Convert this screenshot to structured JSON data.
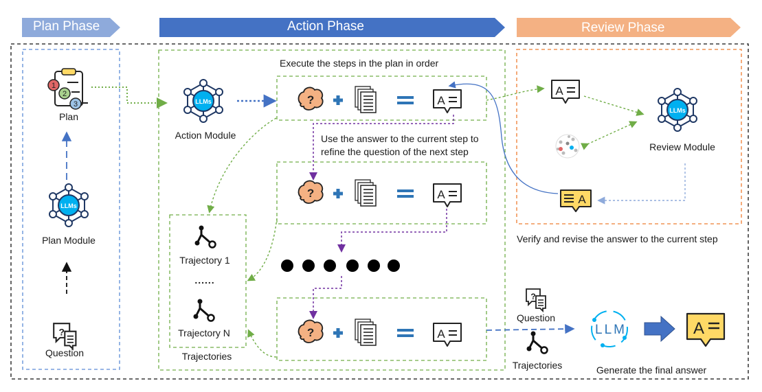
{
  "phases": {
    "plan": "Plan Phase",
    "action": "Action Phase",
    "review": "Review Phase"
  },
  "plan_panel": {
    "plan_label": "Plan",
    "plan_module": "Plan Module",
    "question": "Question"
  },
  "action_panel": {
    "header": "Execute the steps in the plan in order",
    "action_module": "Action Module",
    "llm_badge": "LLMs",
    "refine_line1": "Use the answer to the current step to",
    "refine_line2": "refine the question of the next step",
    "trajectory_1": "Trajectory 1",
    "dots": "......",
    "trajectory_n": "Trajectory N",
    "trajectories": "Trajectories"
  },
  "review_panel": {
    "review_module": "Review Module",
    "caption": "Verify and revise the answer to the current step"
  },
  "final": {
    "question": "Question",
    "trajectories": "Trajectories",
    "llm_logo": "LLM",
    "caption": "Generate the final answer"
  },
  "colors": {
    "plan_arrow": "#8eaadb",
    "action_arrow": "#4472c4",
    "review_arrow": "#f4b183",
    "green_dash": "#70ad47",
    "blue_dash": "#4472c4",
    "purple_dash": "#7030a0",
    "orange_dash": "#ed7d31",
    "llm_cyan": "#00b0f0",
    "answer_yellow": "#ffd966"
  }
}
